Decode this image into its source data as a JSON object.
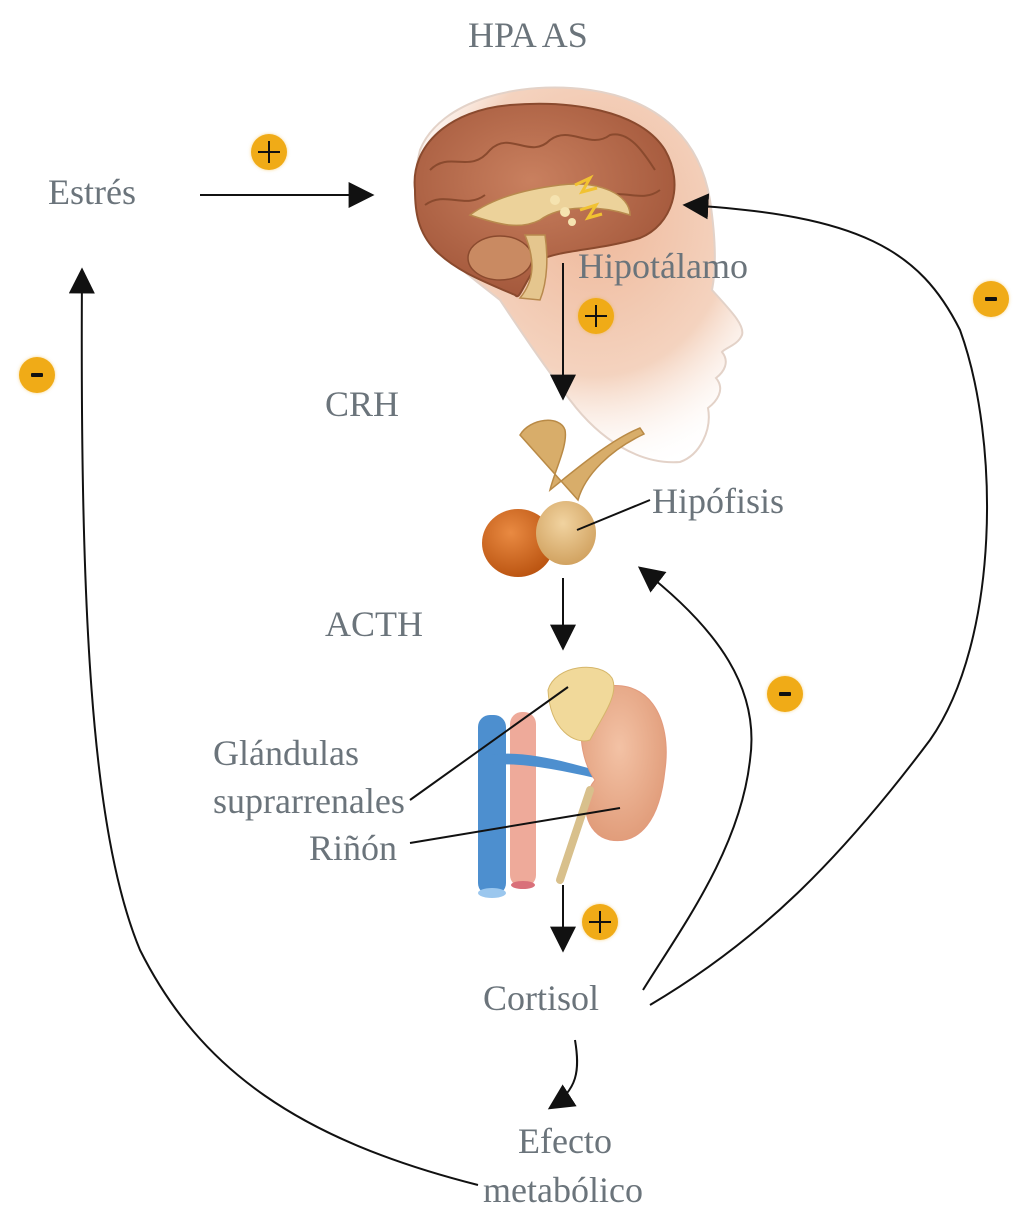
{
  "title": "HPA AS",
  "nodes": {
    "stress": "Estrés",
    "hypothalamus": "Hipotálamo",
    "crh": "CRH",
    "pituitary": "Hipófisis",
    "acth": "ACTH",
    "adrenal_line1": "Glándulas",
    "adrenal_line2": "suprarrenales",
    "kidney": "Riñón",
    "cortisol": "Cortisol",
    "effect_line1": "Efecto",
    "effect_line2": "metabólico"
  },
  "badges": [
    {
      "id": "stress-to-brain",
      "sign": "+",
      "symbol": "plus-icon"
    },
    {
      "id": "hypothalamus-to-pituitary",
      "sign": "+",
      "symbol": "plus-icon"
    },
    {
      "id": "adrenal-to-cortisol",
      "sign": "+",
      "symbol": "plus-icon"
    },
    {
      "id": "effect-to-stress",
      "sign": "-",
      "symbol": "minus-icon"
    },
    {
      "id": "cortisol-to-brain",
      "sign": "-",
      "symbol": "minus-icon"
    },
    {
      "id": "cortisol-to-pituitary",
      "sign": "-",
      "symbol": "minus-icon"
    }
  ],
  "colors": {
    "label_text": "#6b747b",
    "badge": "#f0ab17",
    "arrow": "#111111",
    "brain": "#b9694a",
    "head_skin": "#f2c7ad",
    "pituitary_anterior": "#d06a24",
    "pituitary_posterior": "#e2b778",
    "adrenal": "#f2dd9a",
    "kidney": "#eaa585",
    "vein": "#4d8fcf",
    "artery": "#eeaa9a"
  }
}
